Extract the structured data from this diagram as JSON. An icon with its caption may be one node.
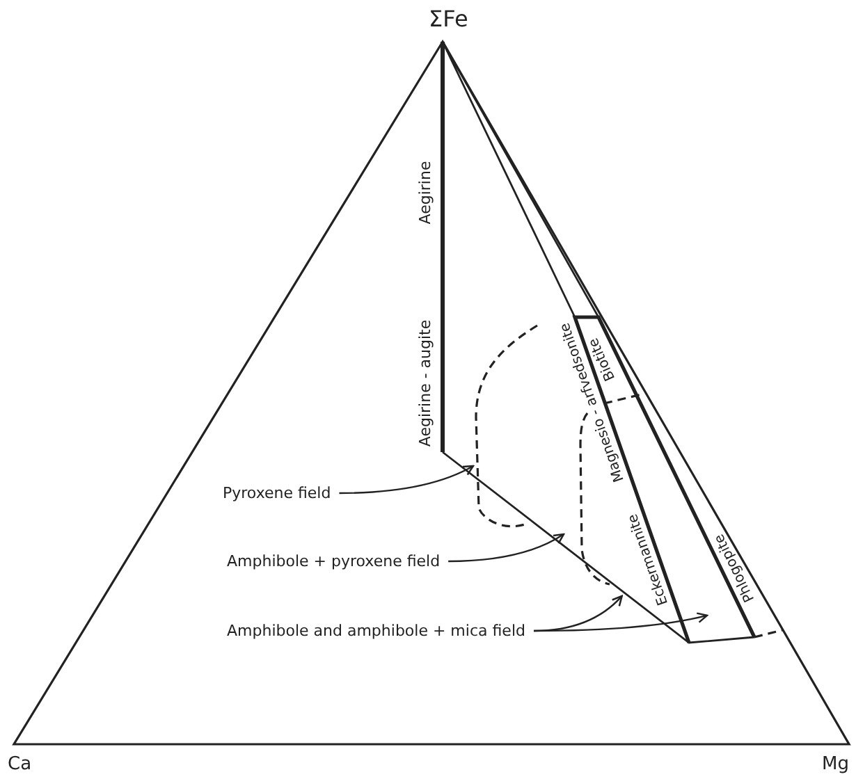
{
  "diagram": {
    "nodes": [
      {
        "text": [
          "Pyroxene field"
        ]
      },
      {
        "text": [
          "Amphibole + pyroxene field"
        ]
      },
      {
        "text": [
          "Amphibole and amphibole + mica field"
        ]
      },
      {
        "text": [
          "Eckermannite"
        ]
      },
      {
        "text": [
          "Phlogopite"
        ]
      }
    ],
    "edges": [
      {
        "from": 0,
        "to": null,
        "arrow": "to"
      },
      {
        "from": 1,
        "to": null,
        "arrow": "to"
      },
      {
        "from": 2,
        "to": 3,
        "arrow": "to"
      },
      {
        "from": 2,
        "to": 4,
        "arrow": "to"
      }
    ],
    "labels": [
      "ΣFe",
      "Aegirine",
      "Aegirine - augite",
      "Magnesio - arfvedsonite",
      "Biotite",
      "Ca",
      "Mg"
    ]
  }
}
